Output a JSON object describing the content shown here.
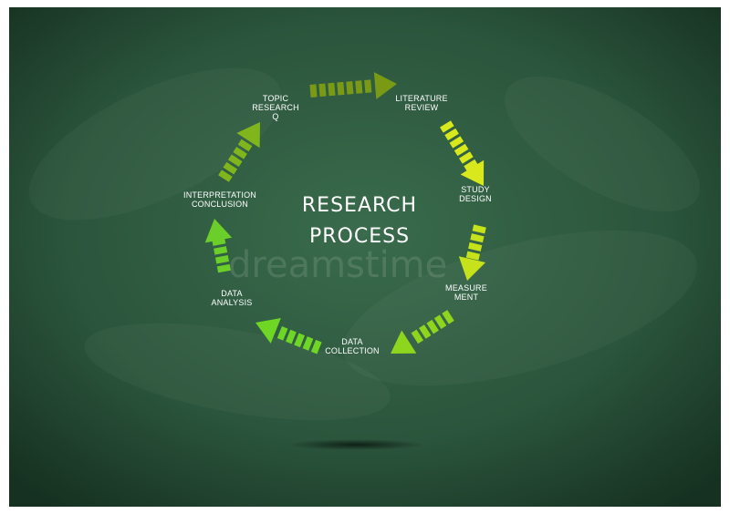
{
  "diagram": {
    "title_lines": [
      "RESEARCH",
      "PROCESS"
    ],
    "watermark": "dreamstime",
    "steps": [
      {
        "lines": [
          "TOPIC",
          "RESEARCH",
          "Q"
        ],
        "color": "#7a9a16"
      },
      {
        "lines": [
          "LITERATURE",
          "REVIEW"
        ],
        "color": "#d9e81c"
      },
      {
        "lines": [
          "STUDY",
          "DESIGN"
        ],
        "color": "#c5e21a"
      },
      {
        "lines": [
          "MEASURE",
          "MENT"
        ],
        "color": "#8ed61e"
      },
      {
        "lines": [
          "DATA",
          "COLLECTION"
        ],
        "color": "#6fd625"
      },
      {
        "lines": [
          "DATA",
          "ANALYSIS"
        ],
        "color": "#6cce29"
      },
      {
        "lines": [
          "INTERPRETATION",
          "CONCLUSION"
        ],
        "color": "#80b61c"
      }
    ]
  },
  "colors": {
    "board": "#2e5a3f",
    "board_dark": "#173224",
    "text": "#ffffff"
  }
}
